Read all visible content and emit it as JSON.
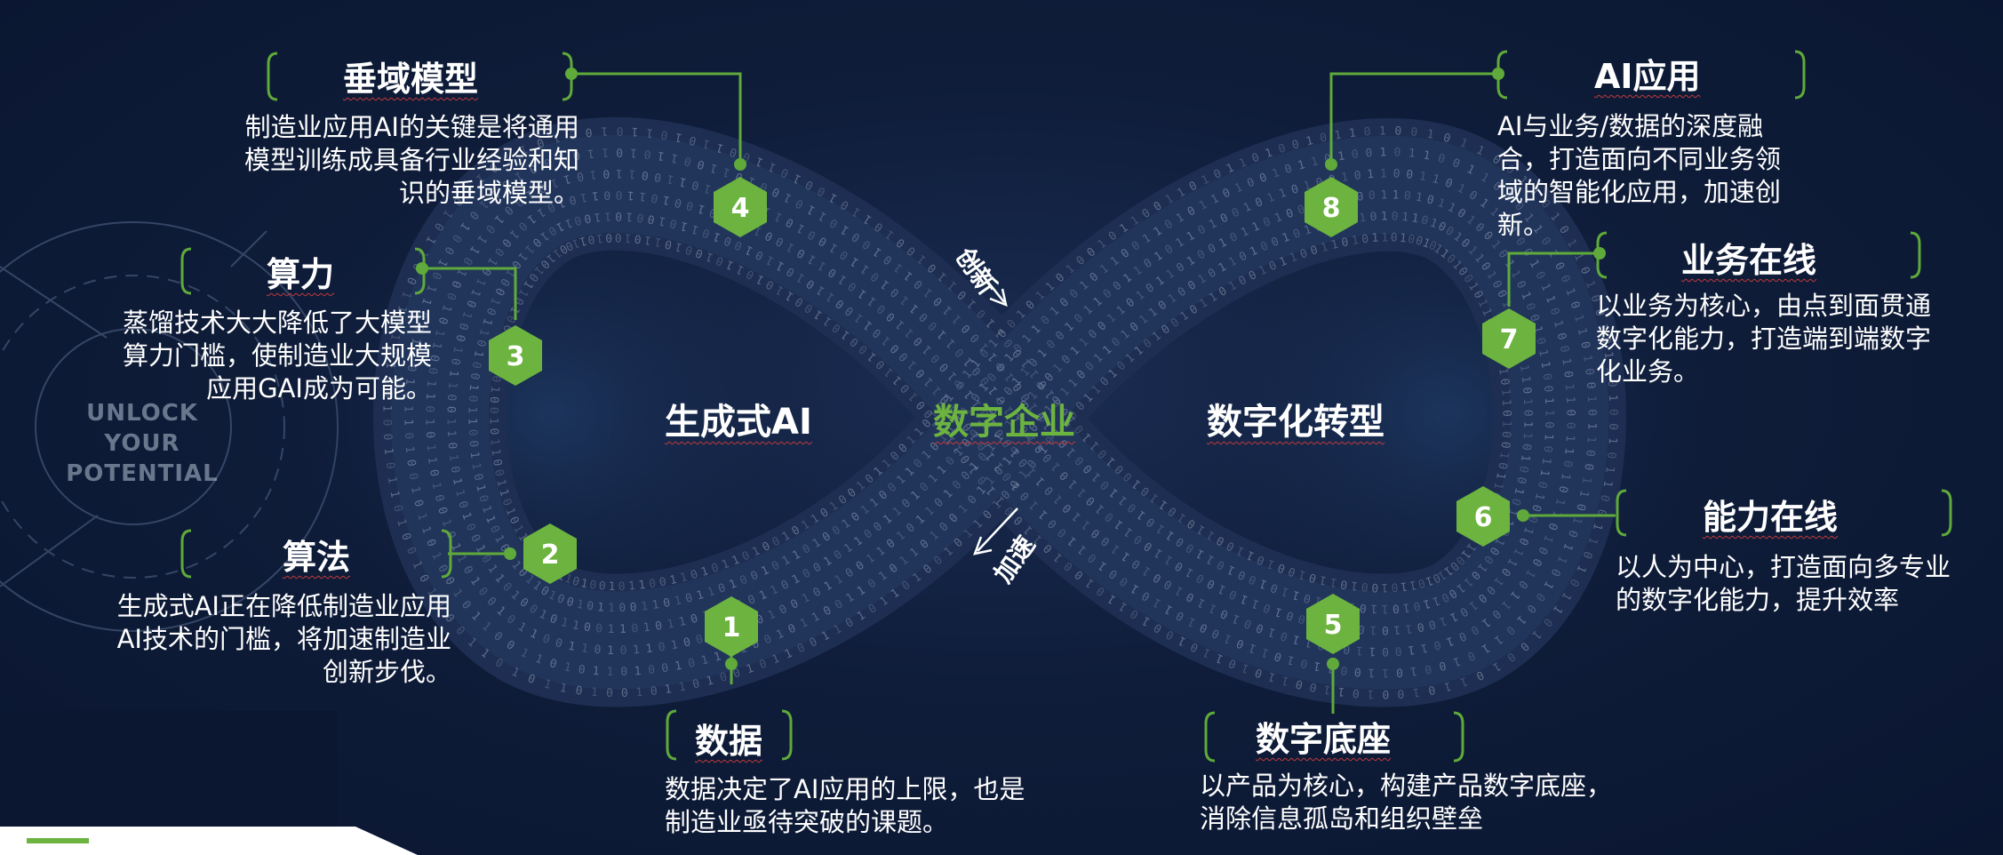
{
  "deco_text": [
    "UNLOCK",
    "YOUR POTENTIAL"
  ],
  "center": {
    "left_label": "生成式AI",
    "middle_label": "数字企业",
    "right_label": "数字化转型"
  },
  "flows": {
    "upper": "创新",
    "lower": "加速"
  },
  "colors": {
    "accent_green": "#6cb33f",
    "line_green": "#5faa3a",
    "background": "#0f1d3a",
    "binary_text": "#8896b0"
  },
  "items": [
    {
      "number": "1",
      "title": "数据",
      "desc": "数据决定了AI应用的上限，也是制造业亟待突破的课题。"
    },
    {
      "number": "2",
      "title": "算法",
      "desc": "生成式AI正在降低制造业应用AI技术的门槛，将加速制造业创新步伐。"
    },
    {
      "number": "3",
      "title": "算力",
      "desc": "蒸馏技术大大降低了大模型算力门槛，使制造业大规模应用GAI成为可能。"
    },
    {
      "number": "4",
      "title": "垂域模型",
      "desc": "制造业应用AI的关键是将通用模型训练成具备行业经验和知识的垂域模型。"
    },
    {
      "number": "5",
      "title": "数字底座",
      "desc": "以产品为核心，构建产品数字底座，消除信息孤岛和组织壁垒"
    },
    {
      "number": "6",
      "title": "能力在线",
      "desc": "以人为中心，打造面向多专业的数字化能力，提升效率"
    },
    {
      "number": "7",
      "title": "业务在线",
      "desc": "以业务为核心，由点到面贯通数字化能力，打造端到端数字化业务。"
    },
    {
      "number": "8",
      "title": "AI应用",
      "desc": "AI与业务/数据的深度融合，打造面向不同业务领域的智能化应用，加速创新。"
    }
  ]
}
